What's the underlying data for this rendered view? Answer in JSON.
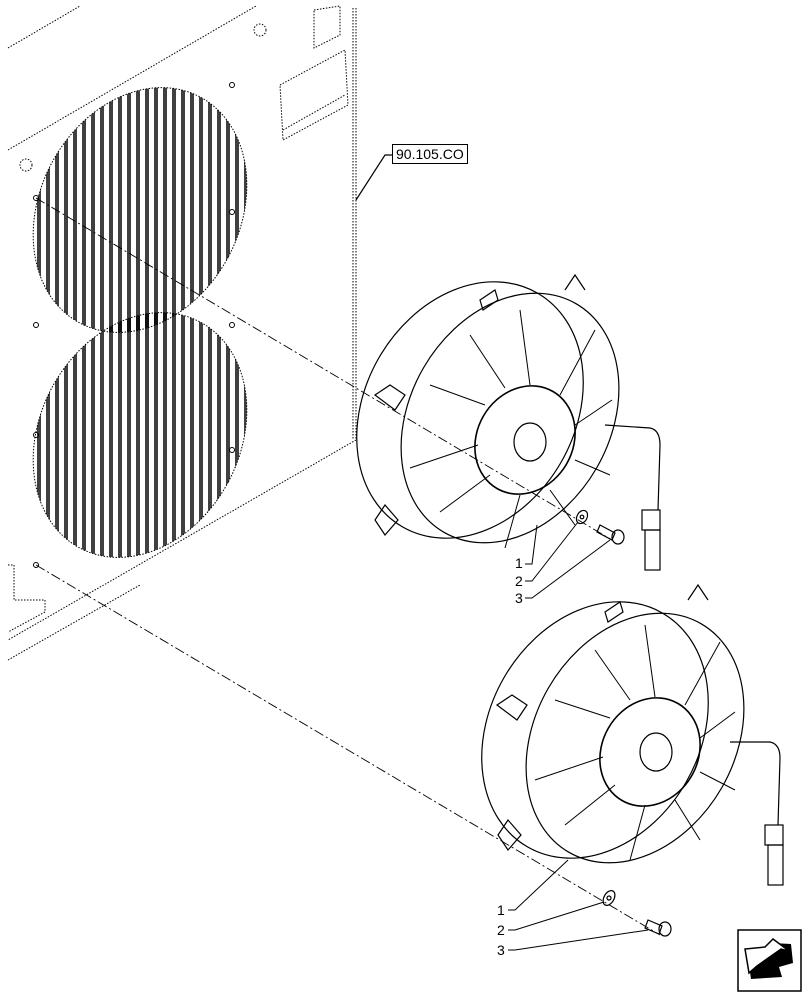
{
  "diagram": {
    "type": "exploded-parts-diagram",
    "subject": "Radiator cooling fan assembly (two electric fans)",
    "reference": {
      "label": "90.105.CO"
    },
    "colors": {
      "line": "#000000",
      "background": "#ffffff",
      "phantom": "#333333"
    },
    "callouts_upper": [
      {
        "number": "1",
        "part": "fan"
      },
      {
        "number": "2",
        "part": "washer"
      },
      {
        "number": "3",
        "part": "bolt"
      }
    ],
    "callouts_lower": [
      {
        "number": "1",
        "part": "fan"
      },
      {
        "number": "2",
        "part": "washer"
      },
      {
        "number": "3",
        "part": "bolt"
      }
    ],
    "nav_icon": {
      "name": "previous-view-arrow-icon"
    }
  }
}
